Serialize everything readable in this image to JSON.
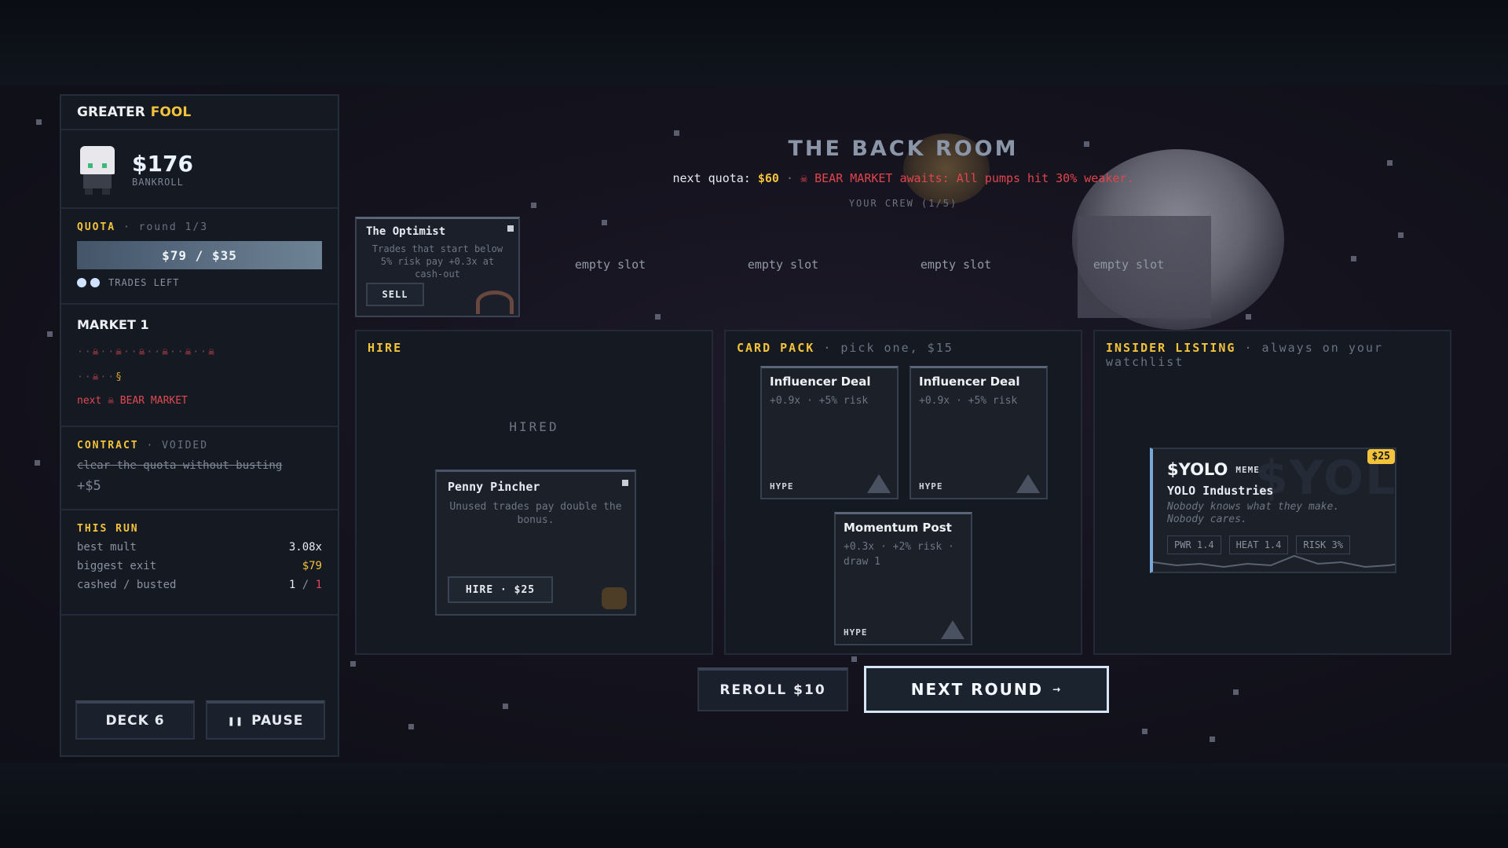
{
  "brand": {
    "first": "GREATER",
    "second": "FOOL"
  },
  "bankroll": {
    "amount": "$176",
    "label": "BANKROLL"
  },
  "quota": {
    "label": "QUOTA",
    "round": "· round 1/3",
    "progress_text": "$79 / $35",
    "trades_left_label": "TRADES LEFT",
    "trades_left_count": 2
  },
  "market": {
    "title": "MARKET 1",
    "track_line1": [
      "·",
      "·",
      "☠",
      "·",
      "·",
      "☠",
      "·",
      "·",
      "☠",
      "·",
      "·",
      "☠",
      "·",
      "·",
      "☠",
      "·",
      "·",
      "☠"
    ],
    "track_line2": [
      "·",
      "·",
      "☠",
      "·",
      "·",
      "§"
    ],
    "next": "next ☠ BEAR MARKET"
  },
  "contract": {
    "label": "CONTRACT",
    "status": "· VOIDED",
    "text": "clear the quota without busting",
    "bonus": "+$5"
  },
  "run": {
    "title": "THIS RUN",
    "best_mult_label": "best mult",
    "best_mult": "3.08x",
    "biggest_exit_label": "biggest exit",
    "biggest_exit": "$79",
    "cashed_label": "cashed / busted",
    "cashed": "1",
    "sep": "/",
    "busted": "1"
  },
  "buttons": {
    "deck": "DECK 6",
    "pause": "PAUSE",
    "reroll": "REROLL $10",
    "next_round": "NEXT ROUND",
    "next_arrow": "→"
  },
  "header": {
    "title": "THE BACK ROOM",
    "next_quota_label": "next quota:",
    "next_quota": "$60",
    "dot": "·",
    "warning": "☠ BEAR MARKET awaits: All pumps hit 30% weaker.",
    "crew_label": "YOUR CREW (1/5)"
  },
  "crew": {
    "name": "The Optimist",
    "desc": "Trades that start below 5% risk pay +0.3x at cash-out",
    "sell": "SELL",
    "empty_slot": "empty slot"
  },
  "hire": {
    "label": "HIRE",
    "hired": "HIRED",
    "card_name": "Penny Pincher",
    "card_desc": "Unused trades pay double the bonus.",
    "button": "HIRE · $25"
  },
  "pack": {
    "label": "CARD PACK",
    "sub": "· pick one, $15",
    "cards": [
      {
        "name": "Influencer Deal",
        "desc": "+0.9x · +5% risk",
        "tag": "HYPE"
      },
      {
        "name": "Influencer Deal",
        "desc": "+0.9x · +5% risk",
        "tag": "HYPE"
      },
      {
        "name": "Momentum Post",
        "desc": "+0.3x · +2% risk · draw 1",
        "tag": "HYPE"
      }
    ]
  },
  "insider": {
    "label": "INSIDER LISTING",
    "sub": "· always on your watchlist",
    "ticker": "$YOLO",
    "ghost": "$YOLO",
    "type": "MEME",
    "price": "$25",
    "company": "YOLO Industries",
    "tagline": "Nobody knows what they make. Nobody cares.",
    "pwr": "PWR 1.4",
    "heat": "HEAT 1.4",
    "risk": "RISK 3%"
  },
  "colors": {
    "accent": "#f2c33b",
    "danger": "#e04a52",
    "bg": "#0b0e14"
  }
}
